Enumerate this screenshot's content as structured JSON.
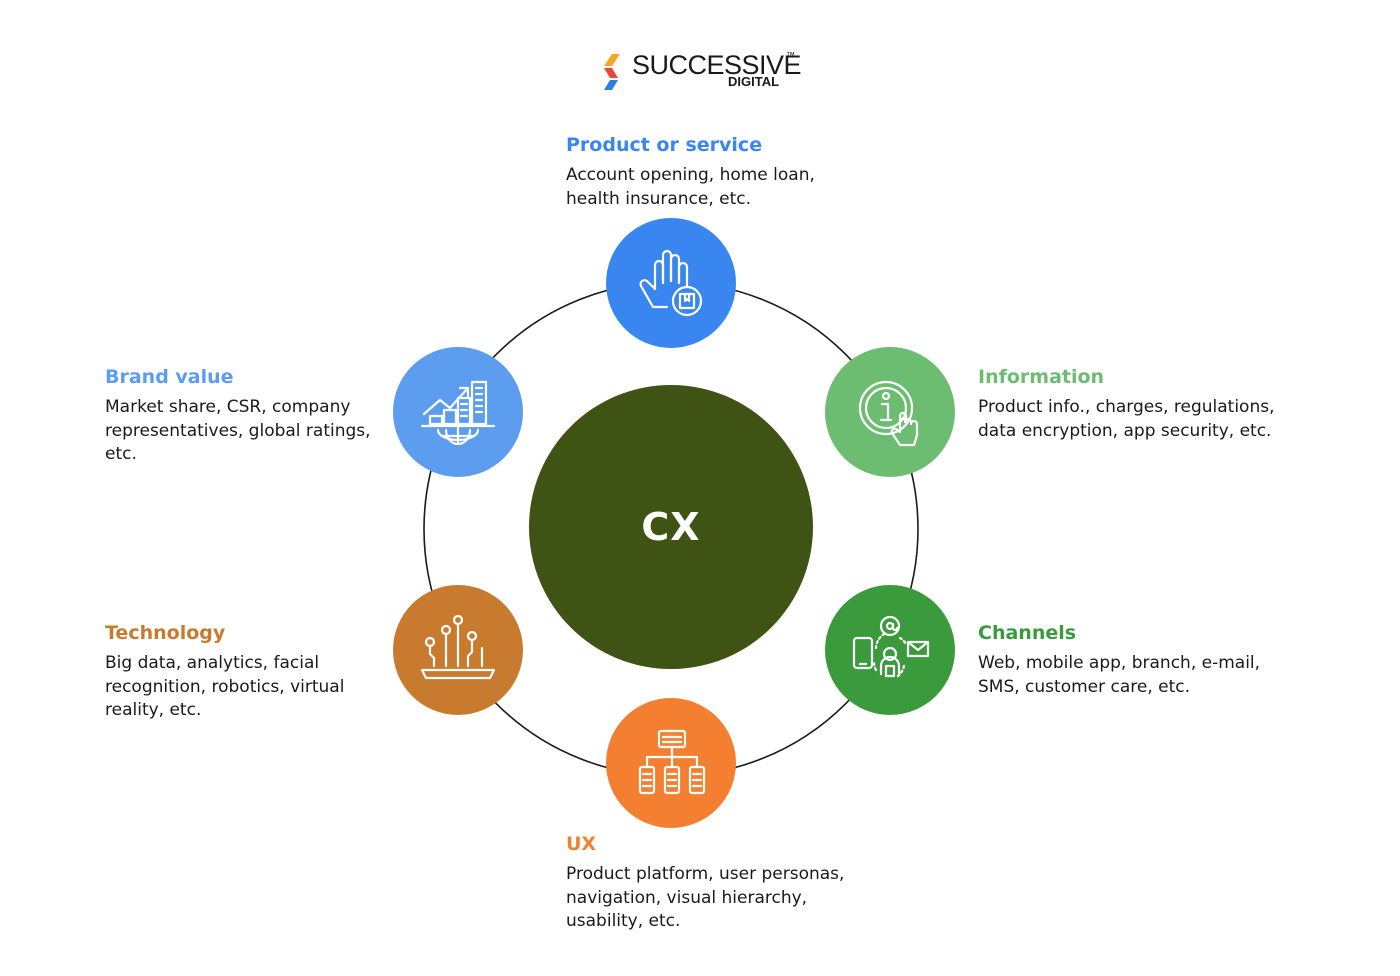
{
  "logo": {
    "name": "SUCCESSIVE",
    "tm": "™",
    "sub": "DIGITAL"
  },
  "center": {
    "label": "CX"
  },
  "colors": {
    "product": "#3a86f0",
    "information": "#6cbd72",
    "channels": "#3a9a3c",
    "ux": "#f47f30",
    "technology": "#c87a2e",
    "brand": "#5c9df0",
    "center": "#3e5314",
    "ring": "#1a1a1a"
  },
  "items": {
    "product": {
      "title": "Product or service",
      "desc": "Account opening, home loan, health insurance, etc.",
      "icon": "hand-shield-icon"
    },
    "information": {
      "title": "Information",
      "desc": "Product info., charges, regulations, data encryption, app security, etc.",
      "icon": "info-touch-icon"
    },
    "channels": {
      "title": "Channels",
      "desc": "Web, mobile app, branch, e-mail, SMS, customer care, etc.",
      "icon": "omnichannel-icon"
    },
    "ux": {
      "title": "UX",
      "desc": "Product platform, user personas, navigation, visual hierarchy, usability, etc.",
      "icon": "sitemap-icon"
    },
    "technology": {
      "title": "Technology",
      "desc": "Big data, analytics, facial recognition, robotics, virtual reality, etc.",
      "icon": "circuit-icon"
    },
    "brand": {
      "title": "Brand value",
      "desc": "Market share, CSR, company representatives, global ratings, etc.",
      "icon": "growth-city-icon"
    }
  }
}
